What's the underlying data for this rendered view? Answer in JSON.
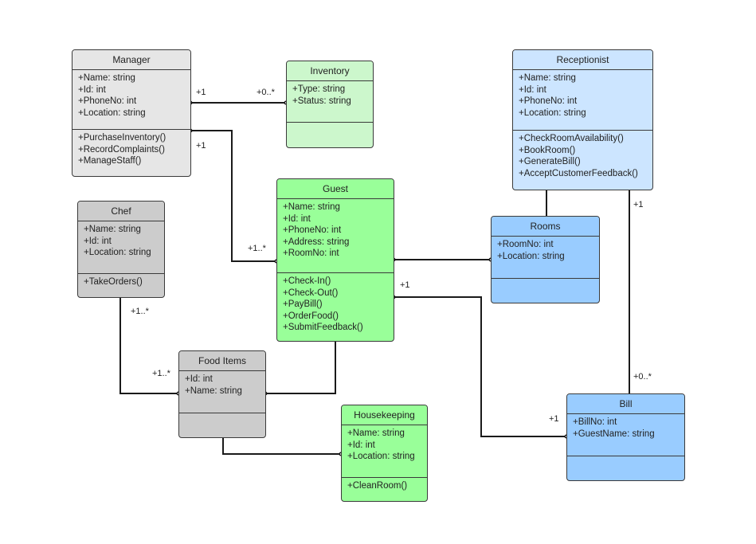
{
  "colors": {
    "grey_light": "#e6e6e6",
    "grey_dark": "#cccccc",
    "green_light": "#ccf7cc",
    "green": "#99ff99",
    "blue_light": "#cce5ff",
    "blue": "#99ccff",
    "border": "#3a3a3a"
  },
  "classes": {
    "manager": {
      "name": "Manager",
      "attributes": [
        "+Name: string",
        "+Id: int",
        "+PhoneNo: int",
        "+Location: string"
      ],
      "methods": [
        "+PurchaseInventory()",
        "+RecordComplaints()",
        "+ManageStaff()"
      ]
    },
    "inventory": {
      "name": "Inventory",
      "attributes": [
        "+Type: string",
        "+Status: string"
      ],
      "methods": []
    },
    "receptionist": {
      "name": "Receptionist",
      "attributes": [
        "+Name: string",
        "+Id: int",
        "+PhoneNo: int",
        "+Location: string"
      ],
      "methods": [
        "+CheckRoomAvailability()",
        "+BookRoom()",
        "+GenerateBill()",
        "+AcceptCustomerFeedback()"
      ]
    },
    "chef": {
      "name": "Chef",
      "attributes": [
        "+Name: string",
        "+Id: int",
        "+Location: string"
      ],
      "methods": [
        "+TakeOrders()"
      ]
    },
    "guest": {
      "name": "Guest",
      "attributes": [
        "+Name: string",
        "+Id: int",
        "+PhoneNo: int",
        "+Address: string",
        "+RoomNo: int"
      ],
      "methods": [
        "+Check-In()",
        "+Check-Out()",
        "+PayBill()",
        "+OrderFood()",
        "+SubmitFeedback()"
      ]
    },
    "rooms": {
      "name": "Rooms",
      "attributes": [
        "+RoomNo: int",
        "+Location: string"
      ],
      "methods": []
    },
    "food_items": {
      "name": "Food Items",
      "attributes": [
        "+Id: int",
        "+Name: string"
      ],
      "methods": []
    },
    "housekeeping": {
      "name": "Housekeeping",
      "attributes": [
        "+Name: string",
        "+Id: int",
        "+Location: string"
      ],
      "methods": [
        "+CleanRoom()"
      ]
    },
    "bill": {
      "name": "Bill",
      "attributes": [
        "+BillNo: int",
        "+GuestName: string"
      ],
      "methods": []
    }
  },
  "multiplicities": {
    "manager_inventory_src": "+1",
    "manager_inventory_dst": "+0..*",
    "manager_guest_src": "+1",
    "manager_guest_dst": "+1..*",
    "chef_fooditems_src": "+1..*",
    "chef_fooditems_dst": "+1..*",
    "guest_bill_src": "+1",
    "guest_bill_dst": "+1",
    "receptionist_bill_src": "+1",
    "receptionist_bill_dst": "+0..*"
  }
}
